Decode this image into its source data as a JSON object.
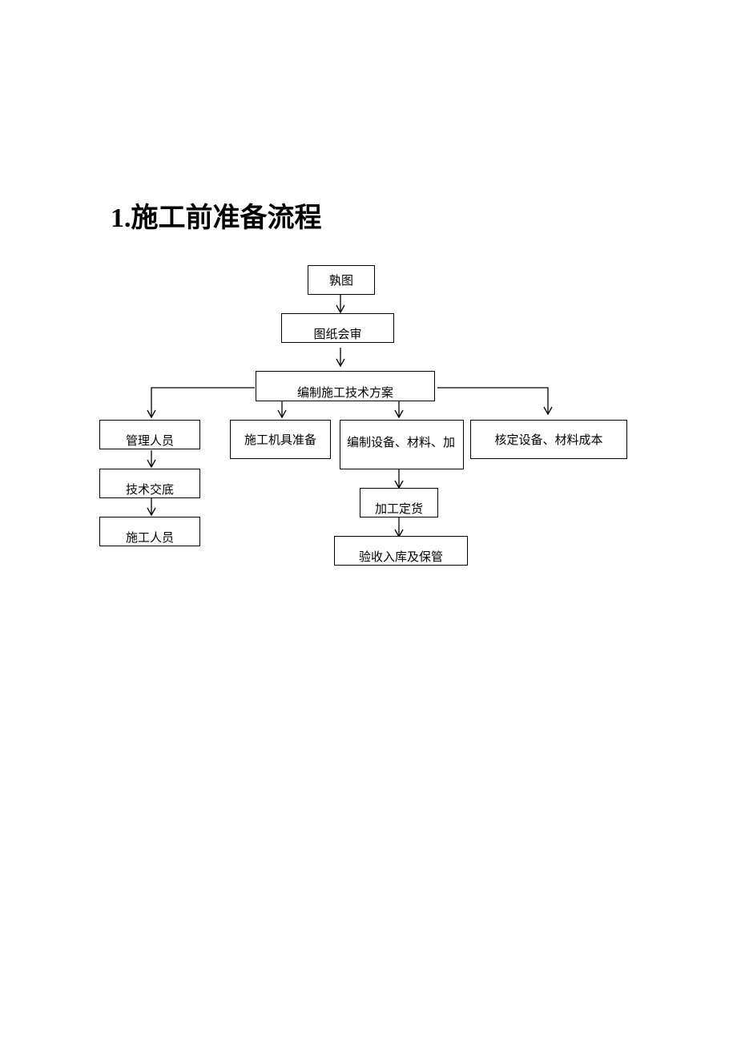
{
  "heading": {
    "number": "1.",
    "title": "施工前准备流程"
  },
  "flowchart": {
    "nodes": {
      "read_drawings": "孰图",
      "drawing_review": "图纸会审",
      "tech_plan": "编制施工技术方案",
      "management_staff": "管理人员",
      "tech_briefing": "技术交底",
      "construction_staff": "施工人员",
      "machine_prep": "施工机具准备",
      "equipment_prep": "编制设备、材料、加",
      "cost_check": "核定设备、材料成本",
      "processing_order": "加工定货",
      "acceptance_storage": "验收入库及保管"
    },
    "edges": [
      [
        "read_drawings",
        "drawing_review"
      ],
      [
        "drawing_review",
        "tech_plan"
      ],
      [
        "tech_plan",
        "management_staff"
      ],
      [
        "tech_plan",
        "machine_prep"
      ],
      [
        "tech_plan",
        "equipment_prep"
      ],
      [
        "tech_plan",
        "cost_check"
      ],
      [
        "management_staff",
        "tech_briefing"
      ],
      [
        "tech_briefing",
        "construction_staff"
      ],
      [
        "equipment_prep",
        "processing_order"
      ],
      [
        "processing_order",
        "acceptance_storage"
      ]
    ]
  }
}
